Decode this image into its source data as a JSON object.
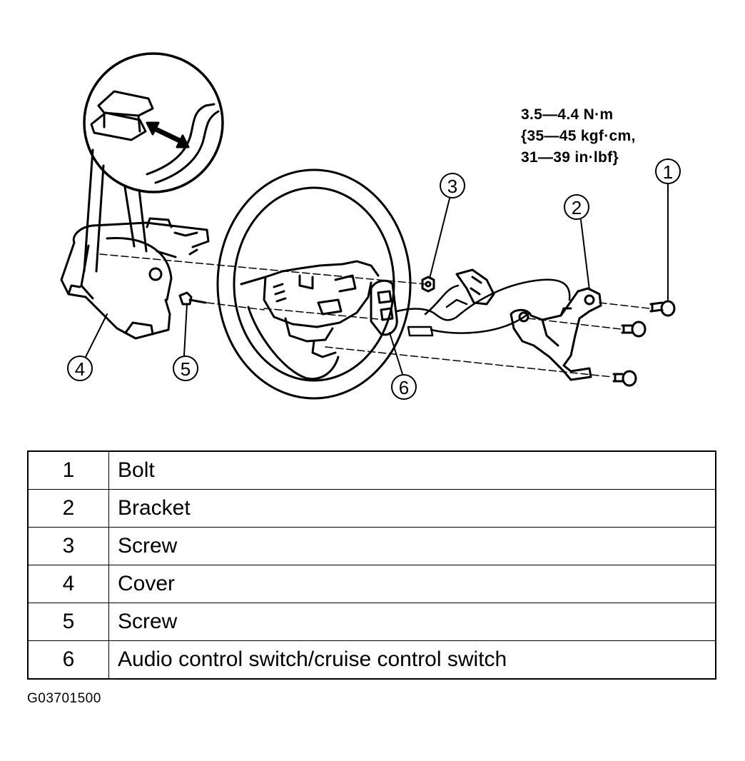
{
  "torque_spec": {
    "line1": "3.5—4.4 N·m",
    "line2": "{35—45 kgf·cm,",
    "line3": "31—39 in·lbf}"
  },
  "callouts": [
    "1",
    "2",
    "3",
    "4",
    "5",
    "6"
  ],
  "legend": [
    {
      "num": "1",
      "label": "Bolt"
    },
    {
      "num": "2",
      "label": "Bracket"
    },
    {
      "num": "3",
      "label": "Screw"
    },
    {
      "num": "4",
      "label": "Cover"
    },
    {
      "num": "5",
      "label": "Screw"
    },
    {
      "num": "6",
      "label": "Audio control switch/cruise control switch"
    }
  ],
  "figure_code": "G03701500"
}
